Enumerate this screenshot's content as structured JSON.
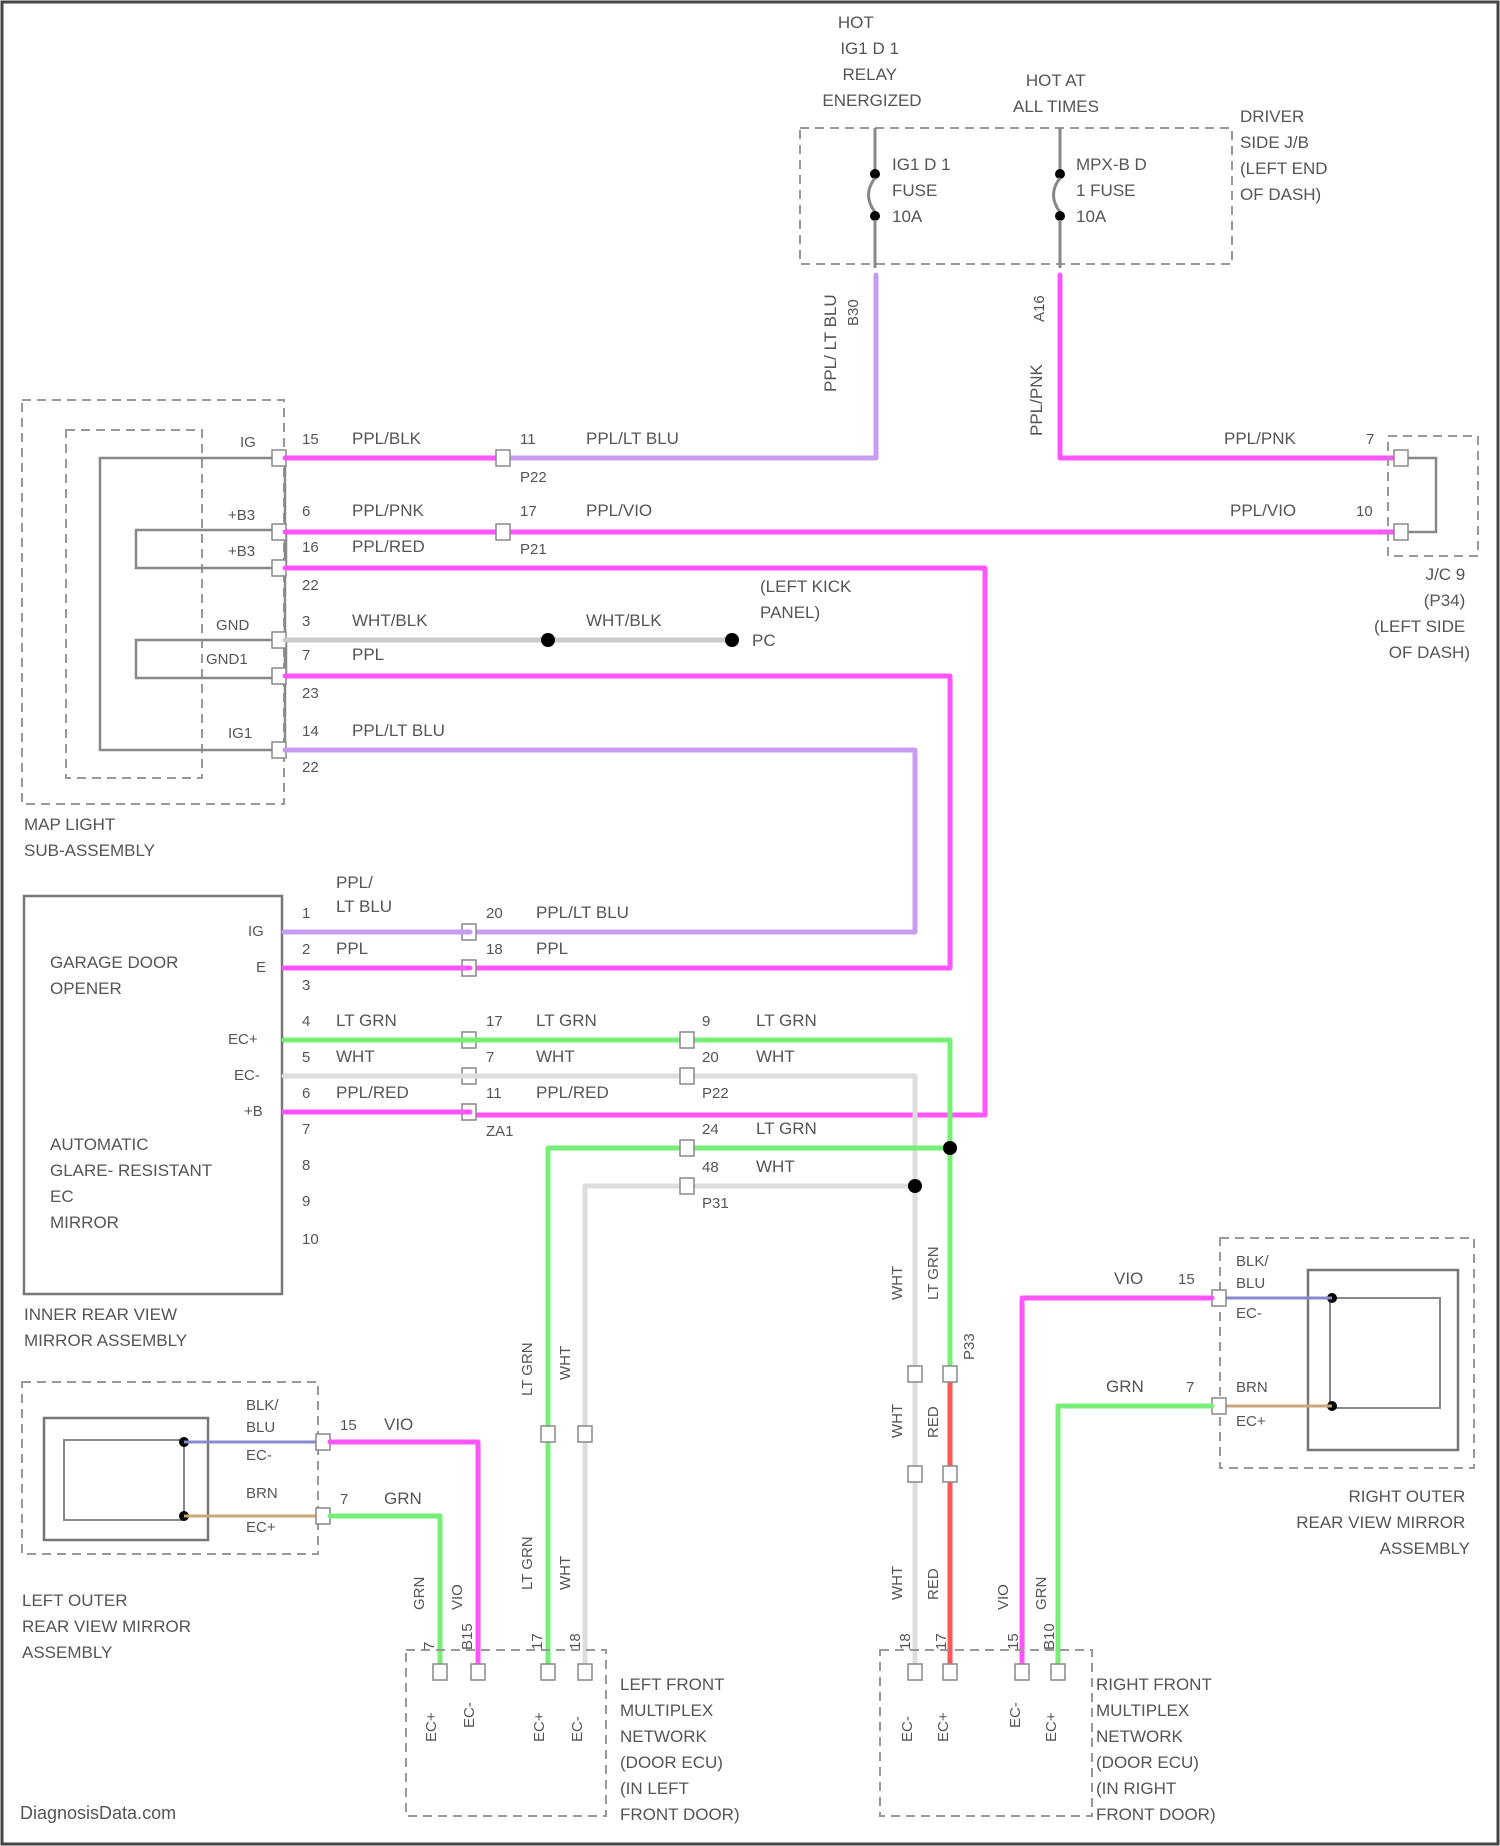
{
  "colors": {
    "purple": "#ff55ff",
    "lt_blue_purple": "#c79cf2",
    "green": "#77ee77",
    "red": "#ff5555",
    "white_wire": "#dddddd",
    "gray": "#999999",
    "brown": "#c8a878",
    "blue": "#8888cc"
  },
  "labels": {
    "hot_ig1": "HOT IG1 D 1 RELAY ENERGIZED",
    "hot_always": "HOT AT ALL TIMES",
    "jb_label": "DRIVER SIDE J/B (LEFT END OF DASH)",
    "fuse1": "IG1 D 1 FUSE 10A",
    "fuse2": "MPX-B D 1 FUSE 10A",
    "wire_ppl_ltblu_vert": "PPL/ LT BLU",
    "wire_ppl_pnk_vert": "PPL/PNK",
    "term_b30": "B30",
    "term_a16": "A16",
    "wire_ppl_blk": "PPL/BLK",
    "wire_ppl_lt_blu": "PPL/LT BLU",
    "wire_ppl_pnk": "PPL/PNK",
    "wire_ppl_vio": "PPL/VIO",
    "wire_ppl_red": "PPL/RED",
    "wire_wht_blk": "WHT/BLK",
    "wire_ppl": "PPL",
    "wire_lt_grn": "LT GRN",
    "wire_wht": "WHT",
    "wire_vio": "VIO",
    "wire_grn": "GRN",
    "wire_red": "RED",
    "wire_blk_blu": "BLK/ BLU",
    "wire_brn": "BRN",
    "map_light": "MAP LIGHT SUB-ASSEMBLY",
    "ground_note": "(LEFT KICK PANEL)",
    "ground_pc": "PC",
    "jc9": "J/C 9 (P34) (LEFT SIDE OF DASH)",
    "garage": "GARAGE DOOR OPENER",
    "ec_mirror": "AUTOMATIC GLARE- RESISTANT EC MIRROR",
    "inner_mirror": "INNER REAR VIEW MIRROR ASSEMBLY",
    "left_outer": "LEFT OUTER REAR VIEW MIRROR ASSEMBLY",
    "right_outer": "RIGHT OUTER REAR VIEW MIRROR ASSEMBLY",
    "left_ecu": "LEFT FRONT MULTIPLEX NETWORK (DOOR ECU) (IN LEFT FRONT DOOR)",
    "right_ecu": "RIGHT FRONT MULTIPLEX NETWORK (DOOR ECU) (IN RIGHT FRONT DOOR)",
    "pin_ig": "IG",
    "pin_b": "+B",
    "pin_gnd": "GND",
    "pin_gnd1": "GND1",
    "pin_ig1": "IG1",
    "pin_e": "E",
    "pin_ec_plus": "EC+",
    "pin_ec_minus": "EC-",
    "conn_p22": "P22",
    "conn_p21": "P21",
    "conn_p31": "P31",
    "conn_za1": "ZA1",
    "watermark": "DiagnosisData.com"
  }
}
